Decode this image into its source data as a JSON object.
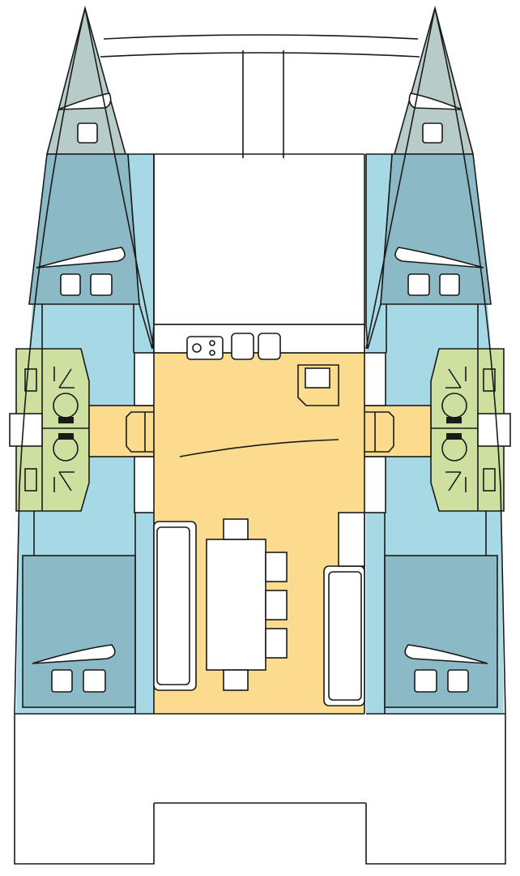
{
  "diagram": {
    "type": "catamaran-deck-layout",
    "colors": {
      "bow_locker": "#b7ccc9",
      "cabin": "#8bb9c6",
      "hull_passage": "#a6d9e5",
      "head": "#cde0a0",
      "saloon": "#fbdb8e",
      "deck": "#ffffff",
      "outline": "#1a1a1a"
    },
    "cabins": 4,
    "heads": 4
  }
}
